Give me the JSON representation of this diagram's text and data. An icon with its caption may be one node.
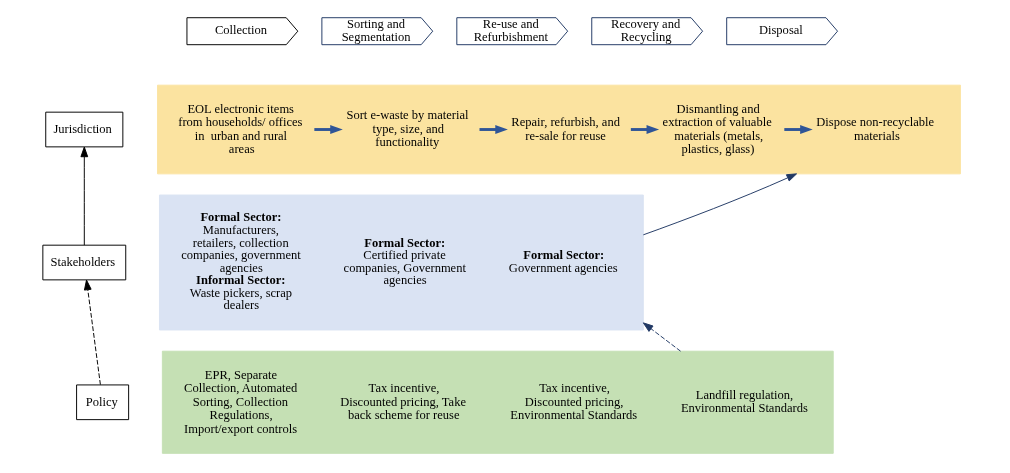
{
  "diagram": {
    "nodes": [
      {
        "text": [
          "Collection"
        ]
      },
      {
        "text": [
          "Sorting and Segmentation"
        ]
      },
      {
        "text": [
          "Re-use and Refurbishment"
        ]
      },
      {
        "text": [
          "Recovery and Recycling"
        ]
      },
      {
        "text": [
          "Disposal"
        ]
      },
      {
        "text": [],
        "shape": "box"
      },
      {
        "text": [
          "EOL electronic items from households/ offices in  urban and rural areas"
        ],
        "in": 5
      },
      {
        "text": [
          "Sort e-waste by material type, size, and functionality"
        ],
        "in": 5
      },
      {
        "text": [
          "Repair, refurbish, and re-sale for reuse"
        ],
        "in": 5
      },
      {
        "text": [
          "Dismantling and extraction of valuable materials (metals, plastics, glass)"
        ],
        "in": 5
      },
      {
        "text": [
          "Dispose non-recyclable materials"
        ],
        "in": 5
      },
      {
        "text": [],
        "shape": "box"
      },
      {
        "text": [
          "Formal Sector:",
          "Manufacturers, retailers, collection companies, government agencies",
          "Informal Sector:",
          "Waste pickers, scrap dealers"
        ],
        "in": 11
      },
      {
        "text": [
          "Formal Sector:",
          "Certified private companies, Government agencies"
        ],
        "in": 11
      },
      {
        "text": [
          "Formal Sector:",
          "Government agencies"
        ],
        "in": 11
      },
      {
        "text": [],
        "shape": "box"
      },
      {
        "text": [
          "EPR, Separate Collection, Automated Sorting, Collection Regulations, Import/export controls"
        ],
        "in": 15
      },
      {
        "text": [
          "Tax incentive, Discounted pricing, Take back scheme for reuse"
        ],
        "in": 15
      },
      {
        "text": [
          "Tax incentive, Discounted pricing, Environmental Standards"
        ],
        "in": 15
      },
      {
        "text": [
          "Landfill regulation, Environmental Standards"
        ],
        "in": 15
      },
      {
        "text": [
          "Jurisdiction"
        ]
      },
      {
        "text": [
          "Stakeholders"
        ]
      },
      {
        "text": [
          "Policy"
        ]
      }
    ],
    "edges": [
      {
        "from": 6,
        "to": 7,
        "arrow": "to",
        "style": "thick"
      },
      {
        "from": 7,
        "to": 8,
        "arrow": "to",
        "style": "thick"
      },
      {
        "from": 8,
        "to": 9,
        "arrow": "to",
        "style": "thick"
      },
      {
        "from": 9,
        "to": 10,
        "arrow": "to",
        "style": "thick"
      },
      {
        "from": 11,
        "to": 5,
        "arrow": "to",
        "color": "#203864"
      },
      {
        "from": 15,
        "to": 11,
        "arrow": "to",
        "style": "dashed",
        "color": "#203864"
      },
      {
        "from": 21,
        "to": 20,
        "arrow": "to",
        "color": "#000000"
      },
      {
        "from": 22,
        "to": 21,
        "arrow": "to",
        "style": "dashed",
        "color": "#000000"
      }
    ]
  }
}
